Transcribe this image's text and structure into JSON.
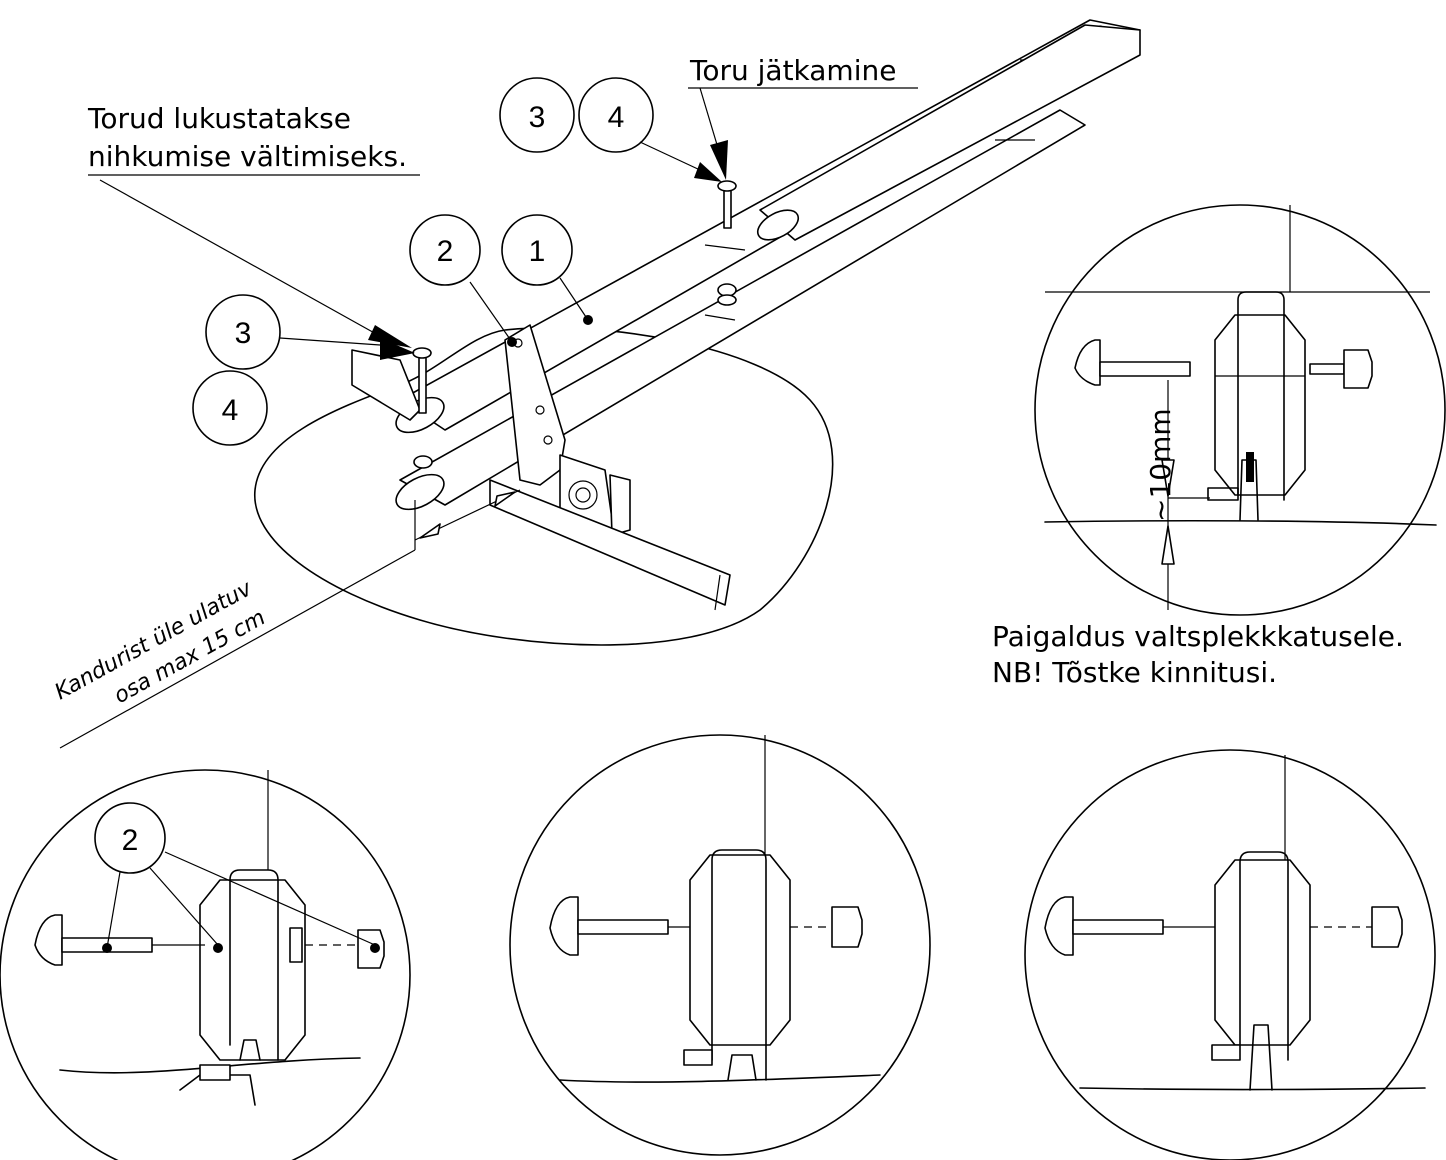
{
  "labels": {
    "tube_extension": "Toru jätkamine",
    "tubes_locked_line1": "Torud lukustatakse",
    "tubes_locked_line2": "nihkumise vältimiseks.",
    "overhang_line1": "Kandurist  üle ulatuv",
    "overhang_line2": "osa max 15 cm",
    "dimension": "~10mm",
    "install_line1": "Paigaldus valtsplekkkatusele.",
    "install_line2": "NB! Tõstke kinnitusi."
  },
  "callouts": {
    "c1": "1",
    "c2": "2",
    "c3a": "3",
    "c4a": "4",
    "c3b": "3",
    "c4b": "4",
    "c2detail": "2"
  }
}
